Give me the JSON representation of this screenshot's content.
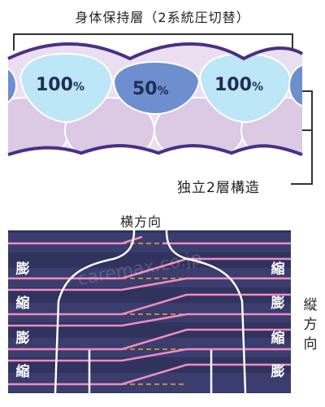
{
  "top_caption": "身体保持層（2系統圧切替）",
  "cells": [
    {
      "value": "100",
      "unit": "%"
    },
    {
      "value": "50",
      "unit": "%"
    },
    {
      "value": "100",
      "unit": "%"
    }
  ],
  "structure_label": "独立2層構造",
  "horizontal_label": "横方向",
  "vertical_label": [
    "縦",
    "方",
    "向"
  ],
  "left_rows": [
    "膨",
    "縮",
    "膨",
    "縮"
  ],
  "right_rows": [
    "縮",
    "膨",
    "縮",
    "膨"
  ],
  "watermark": "caremax.co.jp",
  "colors": {
    "outline": "#4a2f86",
    "cell_full": "#bde6f6",
    "cell_half": "#6e8fcf",
    "lower_layer": "#e0d0e8",
    "panel_bg": "#30335e",
    "pink_line": "#f28cc0",
    "dashed": "#f2a33a"
  }
}
